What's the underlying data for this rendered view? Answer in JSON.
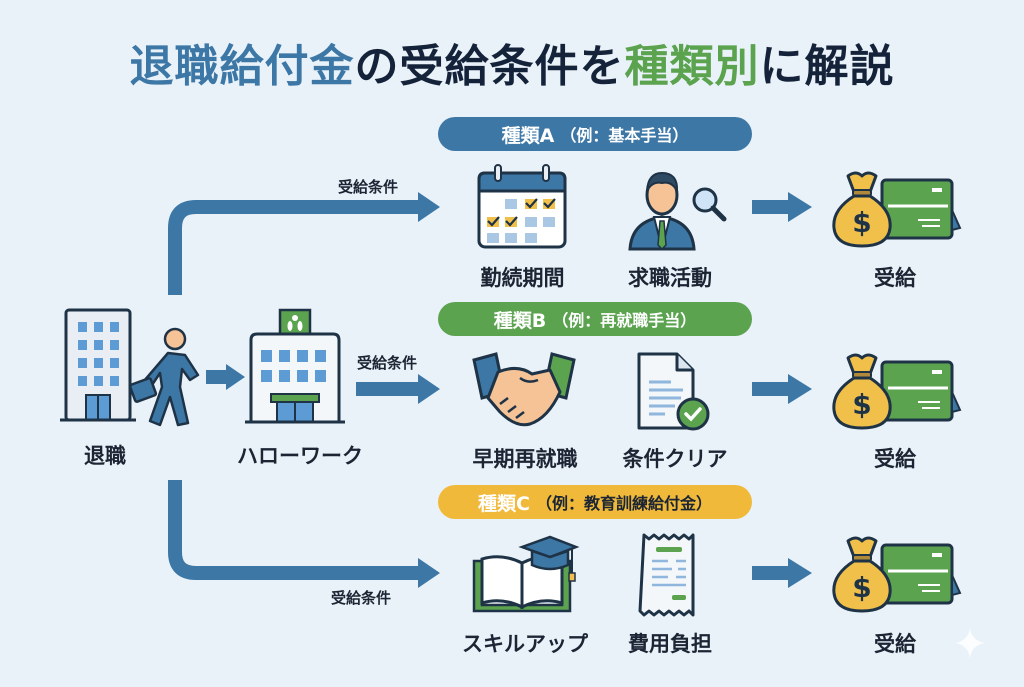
{
  "title": {
    "part1": "退職給付金",
    "part2": "の受給条件を",
    "part3": "種類別",
    "part4": "に解説"
  },
  "colors": {
    "primary_blue": "#3c77a6",
    "green": "#5ba34f",
    "yellow": "#f0b93a",
    "dark_text": "#15233a",
    "background": "#eaf2f9"
  },
  "start": {
    "retire_label": "退職",
    "hellowork_label": "ハローワーク"
  },
  "condition_label": "受給条件",
  "types": [
    {
      "name": "種類A",
      "example": "（例：基本手当）",
      "steps": [
        "勤続期間",
        "求職活動"
      ],
      "icons": [
        "calendar-icon",
        "job-seeker-icon"
      ],
      "result": "受給"
    },
    {
      "name": "種類B",
      "example": "（例：再就職手当）",
      "steps": [
        "早期再就職",
        "条件クリア"
      ],
      "icons": [
        "handshake-icon",
        "document-check-icon"
      ],
      "result": "受給"
    },
    {
      "name": "種類C",
      "example": "（例：教育訓練給付金）",
      "steps": [
        "スキルアップ",
        "費用負担"
      ],
      "icons": [
        "book-graduation-icon",
        "receipt-icon"
      ],
      "result": "受給"
    }
  ]
}
